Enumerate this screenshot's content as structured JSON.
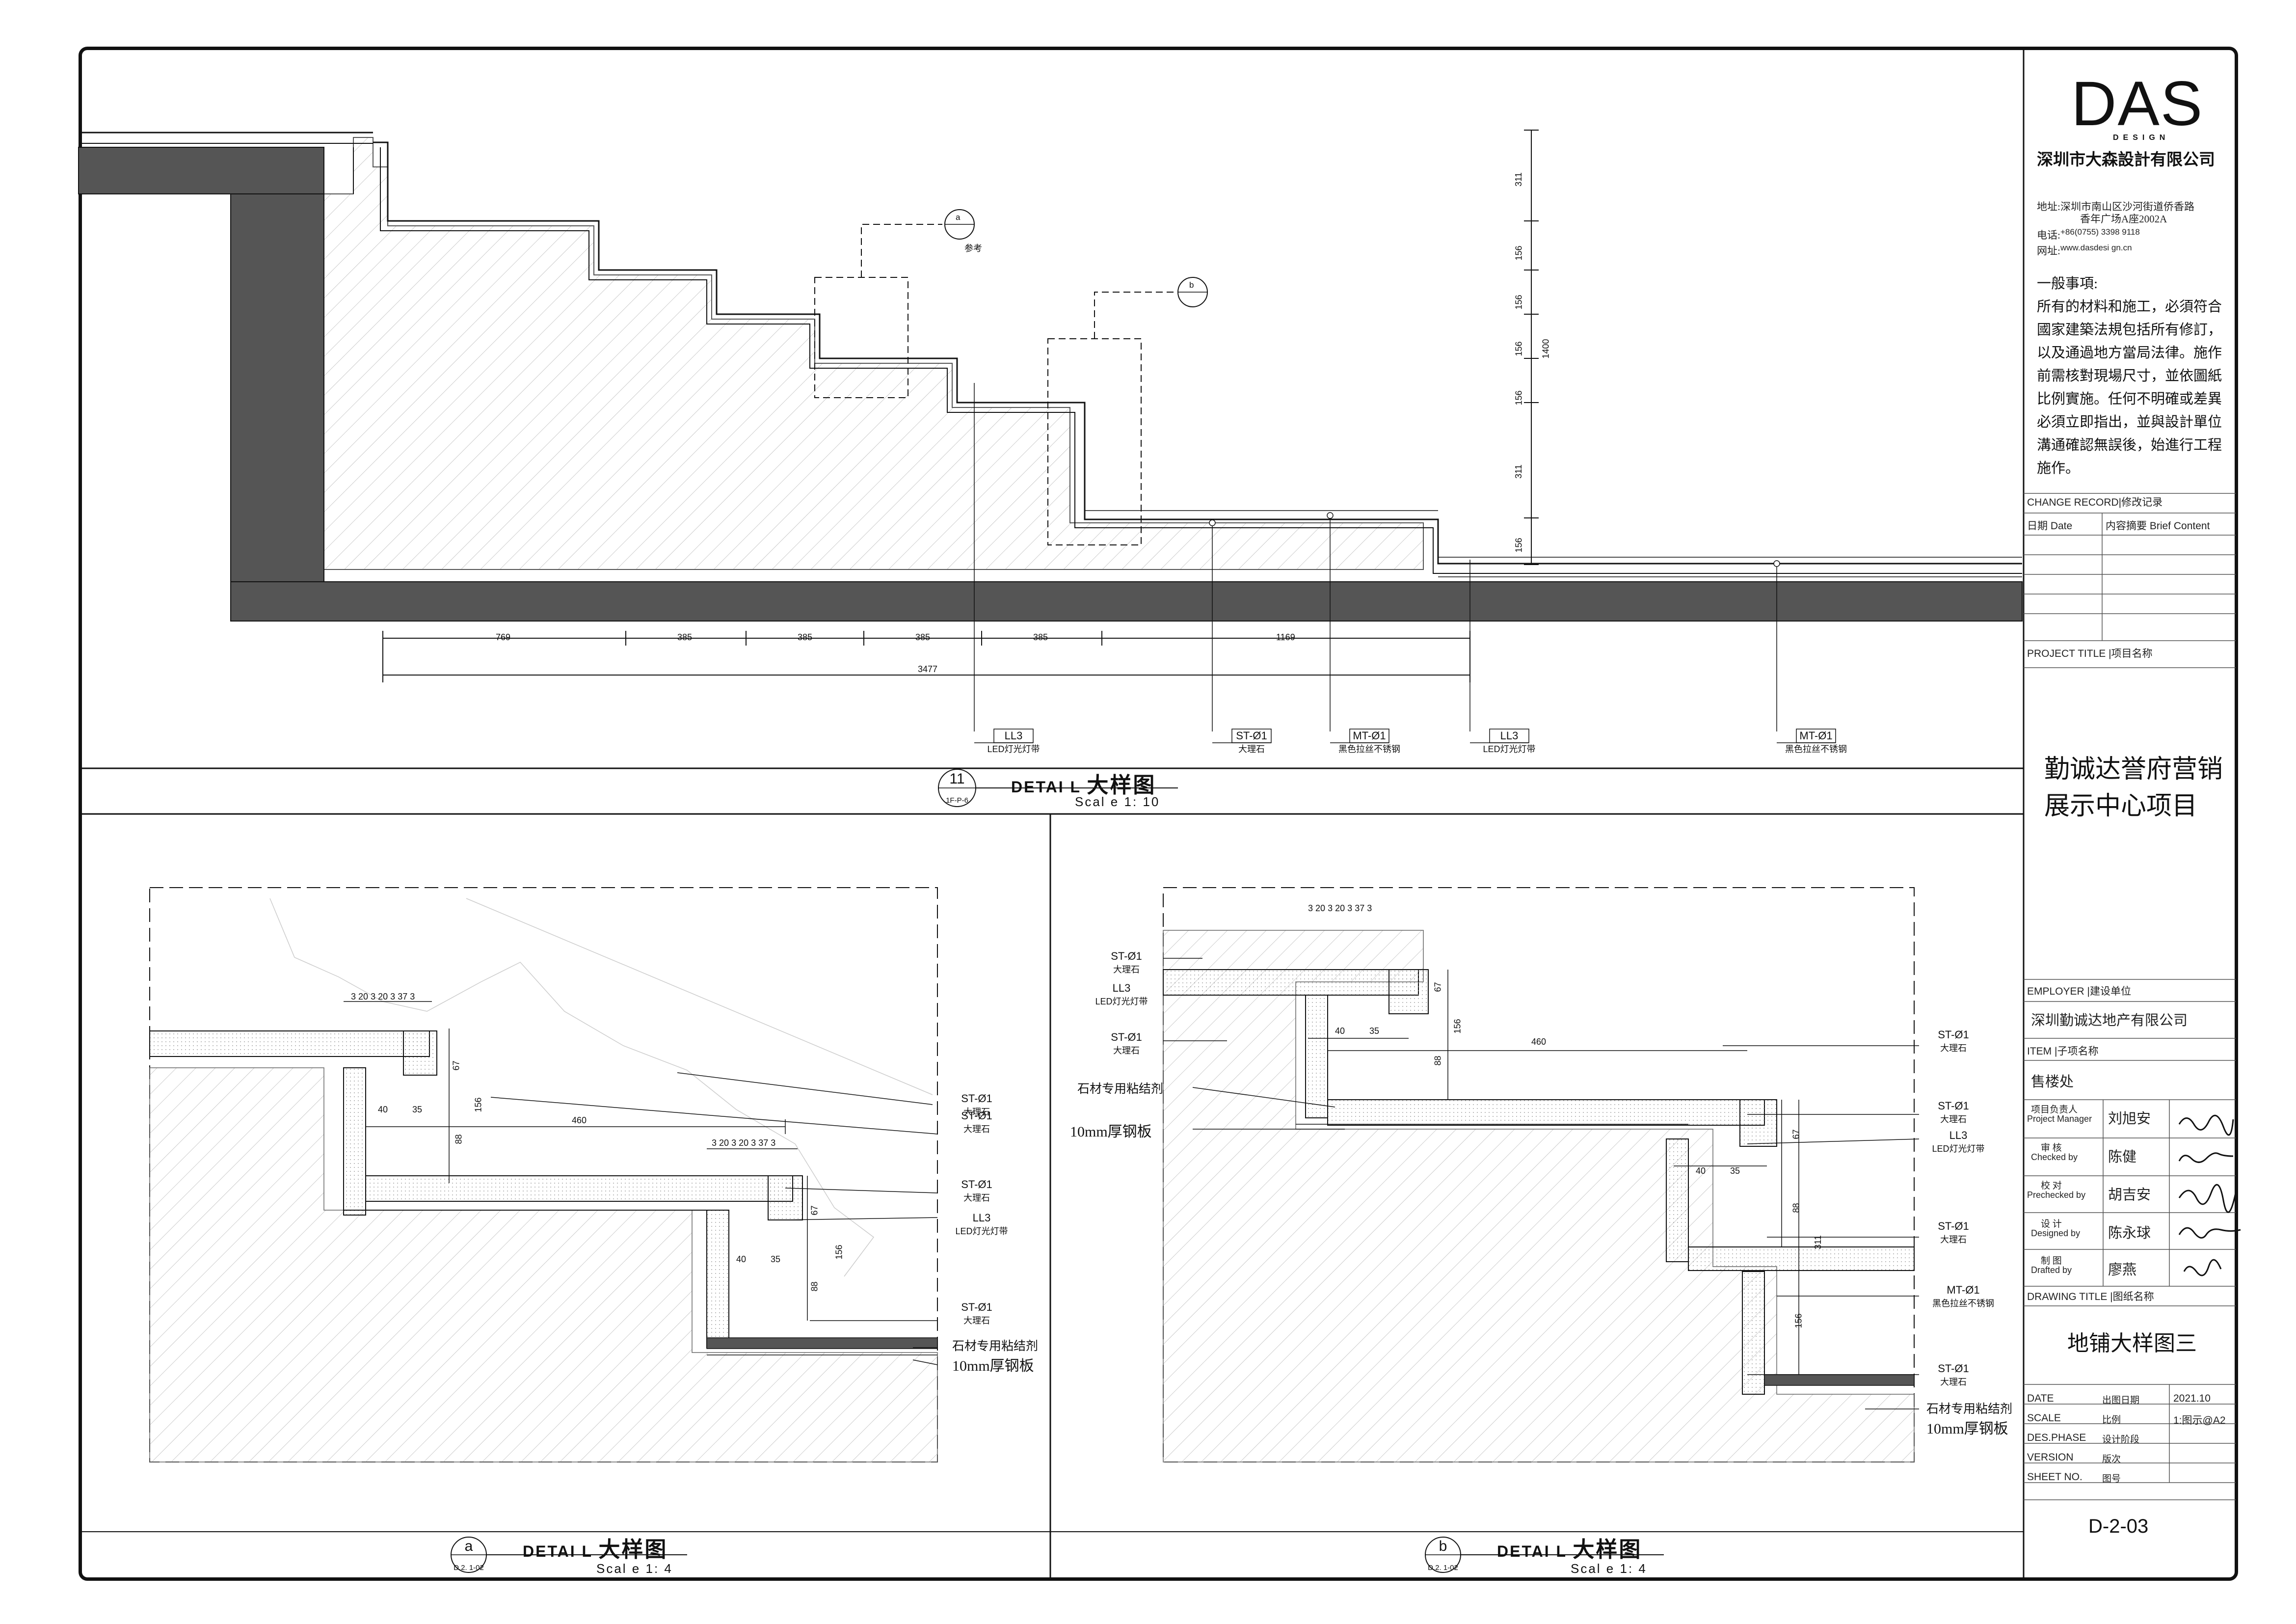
{
  "title_block": {
    "logo": "DAS",
    "logo_sub": "DESIGN",
    "company": "深圳市大森設計有限公司",
    "address_label": "地址:",
    "address_1": "深圳市南山区沙河街道侨香路",
    "address_2": "香年广场A座2002A",
    "phone_label": "电话:",
    "phone": "+86(0755)  3398 9118",
    "web_label": "网址:",
    "web": "www.dasdesi gn.cn",
    "notes_title": "一般事項:",
    "notes_body": "所有的材料和施工，必須符合國家建築法規包括所有修訂，以及通過地方當局法律。施作前需核對現場尺寸，並依圖紙比例實施。任何不明確或差異必須立即指出，並與設計單位溝通確認無誤後，始進行工程施作。",
    "change_record": "CHANGE RECORD|修改记录",
    "date_col": "日期 Date",
    "content_col": "内容摘要  Brief Content",
    "project_title_label": "PROJECT TITLE   |项目名称",
    "project_title_1": "勤诚达誉府营销",
    "project_title_2": "展示中心项目",
    "employer_label": "EMPLOYER      |建设单位",
    "employer": "深圳勤诚达地产有限公司",
    "item_label": "ITEM            |子项名称",
    "item": "售楼处",
    "staff": [
      {
        "cn": "项目负责人",
        "en": "Project Manager",
        "name": "刘旭安"
      },
      {
        "cn": "审    核",
        "en": "Checked by",
        "name": "陈健"
      },
      {
        "cn": "校    对",
        "en": "Prechecked by",
        "name": "胡吉安"
      },
      {
        "cn": "设    计",
        "en": "Designed by",
        "name": "陈永球"
      },
      {
        "cn": "制    图",
        "en": "Drafted by",
        "name": "廖燕"
      }
    ],
    "drawing_title_label": "DRAWING TITLE  |图纸名称",
    "drawing_title": "地铺大样图三",
    "date_label": "DATE",
    "date_cn": "出图日期",
    "date_value": "2021.10",
    "scale_label": "SCALE",
    "scale_cn": "比例",
    "scale_value": "1:图示@A2",
    "phase_label": "DES.PHASE",
    "phase_cn": "设计阶段",
    "version_label": "VERSION",
    "version_cn": "版次",
    "sheet_label": "SHEET NO.",
    "sheet_cn": "图号",
    "sheet_no": "D-2-03"
  },
  "details": {
    "top": {
      "num": "11",
      "ref": "1F-P-6",
      "title_en": "DETAI L",
      "title_cn": "大样图",
      "scale": "Scal e  1: 10"
    },
    "left": {
      "num": "a",
      "ref": "D.2. 1-02",
      "title_en": "DETAI L",
      "title_cn": "大样图",
      "scale": "Scal e  1: 4"
    },
    "right": {
      "num": "b",
      "ref": "D.2. 1-02",
      "title_en": "DETAI L",
      "title_cn": "大样图",
      "scale": "Scal e  1: 4"
    }
  },
  "top_drawing": {
    "dims_row1": [
      "769",
      "385",
      "385",
      "385",
      "385",
      "1169"
    ],
    "dims_total": "3477",
    "vert_dims": [
      "311",
      "156",
      "156",
      "156",
      "156",
      "311",
      "156"
    ],
    "vert_total": "1400",
    "callout_a": "a",
    "callout_b": "b",
    "callout_ref": "参考",
    "tags": [
      {
        "code": "LL3",
        "desc": "LED灯光灯带"
      },
      {
        "code": "ST-Ø1",
        "desc": "大理石"
      },
      {
        "code": "MT-Ø1",
        "desc": "黑色拉丝不锈钢"
      },
      {
        "code": "LL3",
        "desc": "LED灯光灯带"
      },
      {
        "code": "MT-Ø1",
        "desc": "黑色拉丝不锈钢"
      }
    ]
  },
  "left_drawing": {
    "dims_top": [
      "3",
      "20",
      "3",
      "20",
      "3",
      "37",
      "3"
    ],
    "dim_67": "67",
    "dim_156": "156",
    "dim_40": "40",
    "dim_35": "35",
    "dim_460": "460",
    "dim_88": "88",
    "tags": [
      {
        "code": "ST-Ø1",
        "desc": "大理石"
      },
      {
        "code": "ST-Ø1",
        "desc": "大理石"
      },
      {
        "code": "ST-Ø1",
        "desc": "大理石"
      },
      {
        "code": "LL3",
        "desc": "LED灯光灯带"
      },
      {
        "code": "ST-Ø1",
        "desc": "大理石"
      }
    ],
    "adhesive": "石材专用粘结剂",
    "steel": "10mm厚钢板"
  },
  "right_drawing": {
    "dims_top": [
      "3",
      "20",
      "3",
      "20",
      "3",
      "37",
      "3"
    ],
    "dim_67": "67",
    "dim_156": "156",
    "dim_40": "40",
    "dim_35": "35",
    "dim_460": "460",
    "dim_88": "88",
    "dim_311": "311",
    "tags_left": [
      {
        "code": "ST-Ø1",
        "desc": "大理石"
      },
      {
        "code": "LL3",
        "desc": "LED灯光灯带"
      },
      {
        "code": "ST-Ø1",
        "desc": "大理石"
      }
    ],
    "adhesive": "石材专用粘结剂",
    "steel": "10mm厚钢板",
    "tags_right": [
      {
        "code": "ST-Ø1",
        "desc": "大理石"
      },
      {
        "code": "ST-Ø1",
        "desc": "大理石"
      },
      {
        "code": "LL3",
        "desc": "LED灯光灯带"
      },
      {
        "code": "ST-Ø1",
        "desc": "大理石"
      },
      {
        "code": "MT-Ø1",
        "desc": "黑色拉丝不锈钢"
      },
      {
        "code": "ST-Ø1",
        "desc": "大理石"
      }
    ]
  }
}
